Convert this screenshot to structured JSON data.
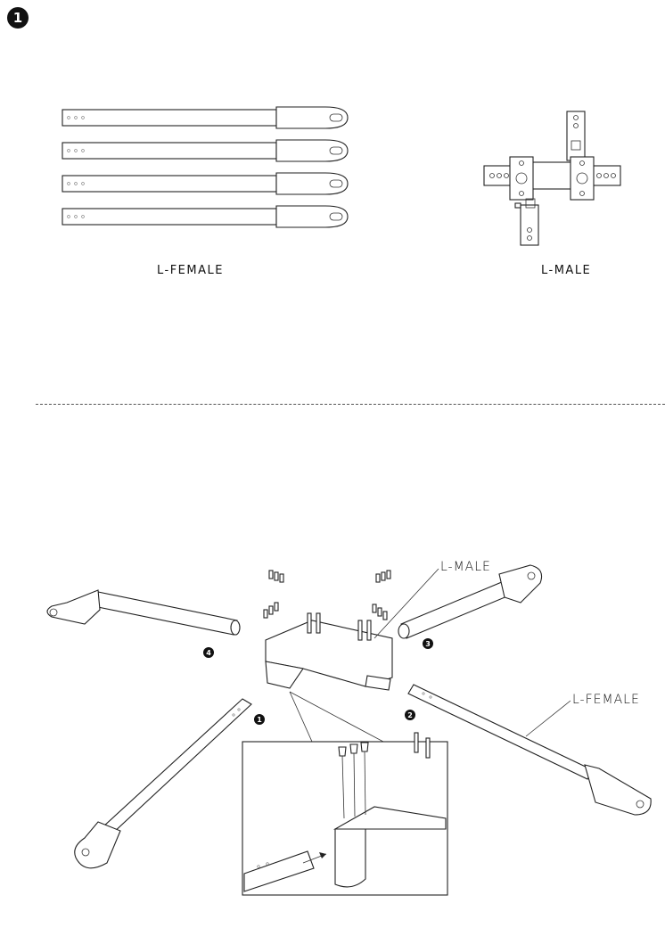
{
  "step": {
    "number": "1"
  },
  "top_section": {
    "female_label": "L-FEMALE",
    "male_label": "L-MALE",
    "female_arm_count": 4
  },
  "assembly": {
    "callout_male": "L-MALE",
    "callout_female": "L-FEMALE",
    "arm_numbers": [
      "1",
      "2",
      "3",
      "4"
    ]
  }
}
